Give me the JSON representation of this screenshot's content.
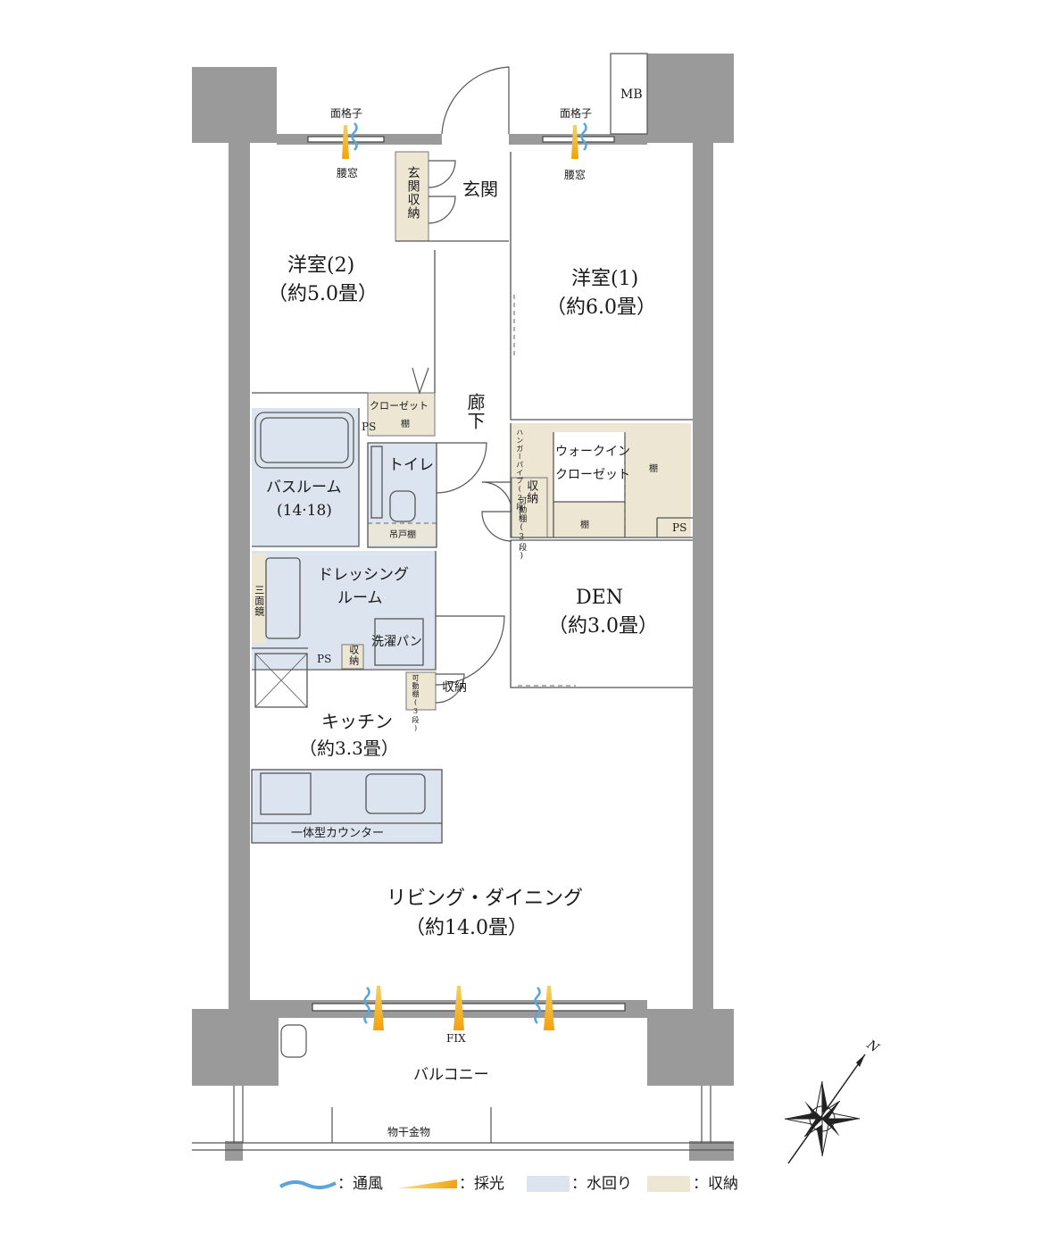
{
  "rooms": {
    "western2_name": "洋室(2)",
    "western2_area": "（約5.0畳）",
    "western1_name": "洋室(1)",
    "western1_area": "（約6.0畳）",
    "entrance": "玄関",
    "entrance_storage": "玄関収納",
    "corridor": "廊下",
    "closet": "クローゼット",
    "shelf": "棚",
    "bathroom_name": "バスルーム",
    "bathroom_size": "(14·18)",
    "toilet": "トイレ",
    "hanging_shelf": "吊戸棚",
    "walkin_line1": "ウォークイン",
    "walkin_line2": "クローゼット",
    "hanger_pipe": "ハンガーパイプ(2段)",
    "storage_movable": "収納",
    "movable_shelf_3": "可動棚(3段)",
    "dressing_line1": "ドレッシング",
    "dressing_line2": "ルーム",
    "mirror_3": "三面鏡",
    "laundry_pan": "洗濯パン",
    "storage": "収納",
    "den_name": "DEN",
    "den_area": "（約3.0畳）",
    "kitchen_name": "キッチン",
    "kitchen_area": "（約3.3畳）",
    "counter": "一体型カウンター",
    "living_name": "リビング・ダイニング",
    "living_area": "（約14.0畳）",
    "balcony": "バルコニー",
    "drying_rack": "物干金物",
    "fix": "FIX",
    "ps": "PS",
    "mb": "MB",
    "lattice": "面格子",
    "waist_window": "腰窓",
    "north": "N"
  },
  "legend": {
    "ventilation": "：通風",
    "daylight": "：採光",
    "water": "：水回り",
    "storage": "：収納"
  },
  "colors": {
    "water_area": "#dbe4ef",
    "storage_area": "#ede6d3",
    "wall": "#9a9a9a",
    "ventilation": "#5aa6dc",
    "daylight": "#f2b31c"
  }
}
